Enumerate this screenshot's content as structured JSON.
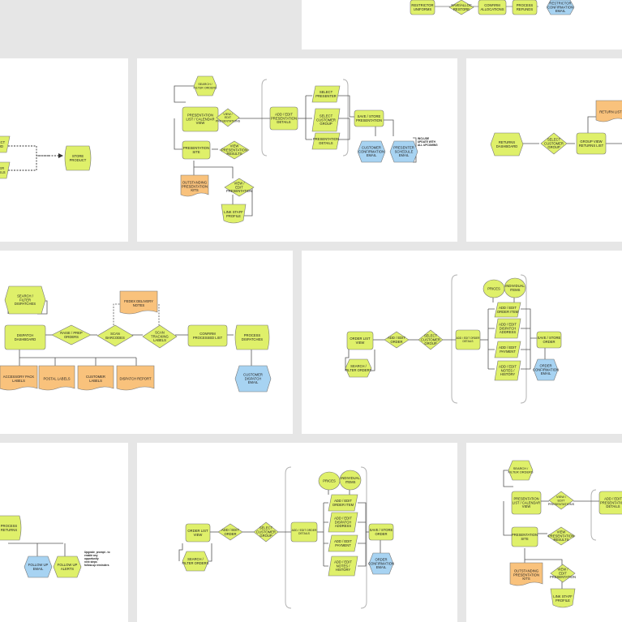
{
  "colors": {
    "process": "#dff06a",
    "decision": "#dff06a",
    "document": "#f9c27c",
    "output": "#a7d3f2",
    "stroke": "#777777",
    "bracket": "#b3b3b3"
  },
  "cards": [
    {
      "id": "card-top-center",
      "nodes": [
        {
          "id": "t1",
          "shape": "rect",
          "label": "RESTRICTOR\nUNIFORMS"
        },
        {
          "id": "t2",
          "shape": "diamond",
          "label": "SAVE/ALLOC\nRESTORE"
        },
        {
          "id": "t3",
          "shape": "rect",
          "label": "CONFIRM\nALLOCATIONS"
        },
        {
          "id": "t4",
          "shape": "rect",
          "label": "PROCESS\nREFUNDS"
        },
        {
          "id": "t5",
          "shape": "hex",
          "label": "RESTRICTOR\nCONFIRMATION\nEMAIL"
        }
      ]
    },
    {
      "id": "card-mid-left",
      "nodes": [
        {
          "id": "a1",
          "shape": "para",
          "label": "SELECT\nPROD"
        },
        {
          "id": "a2",
          "shape": "para",
          "label": "ENTER\nDETAILS"
        },
        {
          "id": "a3",
          "shape": "cyl",
          "label": "STORE\nPRODUCT"
        }
      ]
    },
    {
      "id": "card-mid-center",
      "note": "INCLUDE\nUPDATE WITH\nALL UPCOMING",
      "nodes": [
        {
          "id": "b1",
          "shape": "hex",
          "label": "SEARCH /\nFILTER ORDERS"
        },
        {
          "id": "b2",
          "shape": "rect",
          "label": "PRESENTATION\nLIST / CALENDAR\nVIEW"
        },
        {
          "id": "b3",
          "shape": "diamond",
          "label": "VIEW /\nEDIT\nPRESENTATIONS"
        },
        {
          "id": "b4",
          "shape": "rect",
          "label": "PRESENTATION\nSITE"
        },
        {
          "id": "b5",
          "shape": "diamond",
          "label": "VIEW\nPRESENTATION\nRESULTS"
        },
        {
          "id": "b6",
          "shape": "doc",
          "label": "OUTSTANDING\nPRESENTATION\nKITS"
        },
        {
          "id": "b7",
          "shape": "diamond",
          "label": "VIEW /\nEDIT\nPRESENTATION"
        },
        {
          "id": "b8",
          "shape": "trap",
          "label": "LINK STAFF\nPROFILE"
        },
        {
          "id": "b9",
          "shape": "rect",
          "label": "ADD / EDIT\nPRESENTATION\nDETAILS"
        },
        {
          "id": "b10",
          "shape": "para",
          "label": "SELECT\nPRESENTER"
        },
        {
          "id": "b11",
          "shape": "para",
          "label": "SELECT\nCUSTOMER\nGROUP"
        },
        {
          "id": "b12",
          "shape": "para",
          "label": "PRESENTATION\nDETAILS"
        },
        {
          "id": "b13",
          "shape": "rect",
          "label": "SAVE / STORE\nPRESENTATION"
        },
        {
          "id": "b14",
          "shape": "hex",
          "label": "CUSTOMER\nCONFIRMATION\nEMAIL"
        },
        {
          "id": "b15",
          "shape": "hex",
          "label": "PRESENTER\nSCHEDULE\nEMAIL"
        }
      ]
    },
    {
      "id": "card-mid-right",
      "nodes": [
        {
          "id": "c1",
          "shape": "doc",
          "label": "RETURN LIST"
        },
        {
          "id": "c2",
          "shape": "hex",
          "label": "RETURNS\nDASHBOARD"
        },
        {
          "id": "c3",
          "shape": "diamond",
          "label": "SELECT\nCUSTOMER\nGROUP"
        },
        {
          "id": "c4",
          "shape": "rect",
          "label": "GROUP VIEW\nRETURNS LIST"
        }
      ]
    },
    {
      "id": "card-row3-left",
      "nodes": [
        {
          "id": "d1",
          "shape": "hex",
          "label": "SEARCH /\nFILTER\nDISPATCHES"
        },
        {
          "id": "d2",
          "shape": "rect",
          "label": "DISPATCH\nDASHBOARD"
        },
        {
          "id": "d3",
          "shape": "diamond",
          "label": "RAISE / PREP\nORDERS"
        },
        {
          "id": "d4",
          "shape": "diamond",
          "label": "SCAN\nBARCODES"
        },
        {
          "id": "d5",
          "shape": "doc",
          "label": "FEDEX DELIVERY\nNOTES"
        },
        {
          "id": "d6",
          "shape": "diamond",
          "label": "SCAN\nTRACKING\nLABELS"
        },
        {
          "id": "d7",
          "shape": "rect",
          "label": "CONFIRM\nPROCESSED LIST"
        },
        {
          "id": "d8",
          "shape": "cyl",
          "label": "PROCESS\nDISPATCHES"
        },
        {
          "id": "d9",
          "shape": "hex",
          "label": "CUSTOMER\nDISPATCH\nEMAIL"
        },
        {
          "id": "d10",
          "shape": "doc",
          "label": "ACCESSORY PACK\nLABELS"
        },
        {
          "id": "d11",
          "shape": "doc",
          "label": "POSTAL LABELS"
        },
        {
          "id": "d12",
          "shape": "doc",
          "label": "CUSTOMER\nLABELS"
        },
        {
          "id": "d13",
          "shape": "doc",
          "label": "DISPATCH REPORT"
        }
      ]
    },
    {
      "id": "card-row3-right",
      "nodes": [
        {
          "id": "e1",
          "shape": "rect",
          "label": "ORDER LIST\nVIEW"
        },
        {
          "id": "e2",
          "shape": "hex",
          "label": "SEARCH /\nFILTER ORDERS"
        },
        {
          "id": "e3",
          "shape": "diamond",
          "label": "ADD / EDIT\nORDER"
        },
        {
          "id": "e4",
          "shape": "diamond",
          "label": "SELECT\nCUSTOMER\nGROUP"
        },
        {
          "id": "e5",
          "shape": "rect",
          "label": "ADD / EDIT ORDER\nDETAILS"
        },
        {
          "id": "e6",
          "shape": "circle",
          "label": "PRICES"
        },
        {
          "id": "e7",
          "shape": "circle",
          "label": "INDIVIDUAL\nITEMS"
        },
        {
          "id": "e8",
          "shape": "para",
          "label": "ADD / EDIT\nORDER ITEM"
        },
        {
          "id": "e9",
          "shape": "para",
          "label": "ADD / EDIT\nDISPATCH\nADDRESS"
        },
        {
          "id": "e10",
          "shape": "para",
          "label": "ADD / EDIT\nPAYMENT"
        },
        {
          "id": "e11",
          "shape": "para",
          "label": "ADD / EDIT\nNOTES /\nHISTORY"
        },
        {
          "id": "e12",
          "shape": "rect",
          "label": "SAVE / STORE\nORDER"
        },
        {
          "id": "e13",
          "shape": "hex",
          "label": "ORDER\nCONFIRMATION\nEMAIL"
        }
      ]
    },
    {
      "id": "card-bottom-left",
      "note": "Upgrade_prompt - to\nenable any\nopportunity\nnext steps\nfollow-up reminders",
      "nodes": [
        {
          "id": "f1",
          "shape": "cyl",
          "label": "PROCESS\nRETURNS"
        },
        {
          "id": "f2",
          "shape": "hex",
          "label": "FOLLOW UP\nEMAIL"
        },
        {
          "id": "f3",
          "shape": "hex",
          "label": "FOLLOW UP\nALERTS"
        }
      ]
    },
    {
      "id": "card-bottom-center",
      "nodes": [
        {
          "id": "g1",
          "shape": "rect",
          "label": "ORDER LIST\nVIEW"
        },
        {
          "id": "g2",
          "shape": "hex",
          "label": "SEARCH /\nFILTER ORDERS"
        },
        {
          "id": "g3",
          "shape": "diamond",
          "label": "ADD / EDIT\nORDER"
        },
        {
          "id": "g4",
          "shape": "diamond",
          "label": "SELECT\nCUSTOMER\nGROUP"
        },
        {
          "id": "g5",
          "shape": "rect",
          "label": "ADD / EDIT ORDER\nDETAILS"
        },
        {
          "id": "g6",
          "shape": "circle",
          "label": "PRICES"
        },
        {
          "id": "g7",
          "shape": "circle",
          "label": "INDIVIDUAL\nITEMS"
        },
        {
          "id": "g8",
          "shape": "para",
          "label": "ADD / EDIT\nORDER ITEM"
        },
        {
          "id": "g9",
          "shape": "para",
          "label": "ADD / EDIT\nDISPATCH\nADDRESS"
        },
        {
          "id": "g10",
          "shape": "para",
          "label": "ADD / EDIT\nPAYMENT"
        },
        {
          "id": "g11",
          "shape": "para",
          "label": "ADD / EDIT\nNOTES /\nHISTORY"
        },
        {
          "id": "g12",
          "shape": "rect",
          "label": "SAVE / STORE\nORDER"
        },
        {
          "id": "g13",
          "shape": "hex",
          "label": "ORDER\nCONFIRMATION\nEMAIL"
        }
      ]
    },
    {
      "id": "card-bottom-right",
      "nodes": [
        {
          "id": "h1",
          "shape": "hex",
          "label": "SEARCH /\nFILTER ORDERS"
        },
        {
          "id": "h2",
          "shape": "rect",
          "label": "PRESENTATION\nLIST / CALENDAR\nVIEW"
        },
        {
          "id": "h3",
          "shape": "diamond",
          "label": "VIEW /\nEDIT\nPRESENTATIONS"
        },
        {
          "id": "h4",
          "shape": "rect",
          "label": "PRESENTATION\nSITE"
        },
        {
          "id": "h5",
          "shape": "diamond",
          "label": "VIEW\nPRESENTATION\nRESULTS"
        },
        {
          "id": "h6",
          "shape": "doc",
          "label": "OUTSTANDING\nPRESENTATION\nKITS"
        },
        {
          "id": "h7",
          "shape": "diamond",
          "label": "VIEW /\nEDIT\nPRESENTATION"
        },
        {
          "id": "h8",
          "shape": "trap",
          "label": "LINK STAFF\nPROFILE"
        },
        {
          "id": "h9",
          "shape": "rect",
          "label": "ADD / EDIT\nPRESENTATION\nDETAILS"
        }
      ]
    }
  ]
}
